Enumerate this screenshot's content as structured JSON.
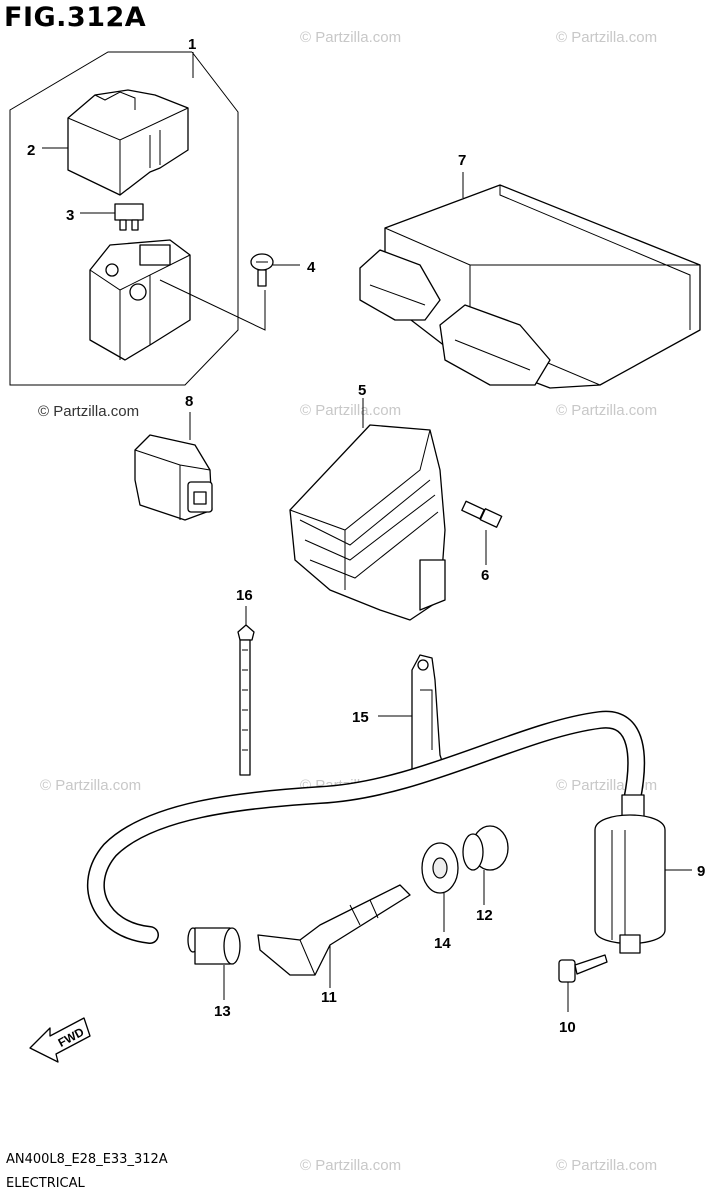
{
  "header": {
    "figure_title": "FIG.312A"
  },
  "footer": {
    "code": "AN400L8_E28_E33_312A",
    "caption": "ELECTRICAL"
  },
  "watermark": {
    "text": "© Partzilla.com"
  },
  "direction": {
    "label": "FWD"
  },
  "callouts": {
    "n1": "1",
    "n2": "2",
    "n3": "3",
    "n4": "4",
    "n5": "5",
    "n6": "6",
    "n7": "7",
    "n8": "8",
    "n9": "9",
    "n10": "10",
    "n11": "11",
    "n12": "12",
    "n13": "13",
    "n14": "14",
    "n15": "15",
    "n16": "16"
  }
}
